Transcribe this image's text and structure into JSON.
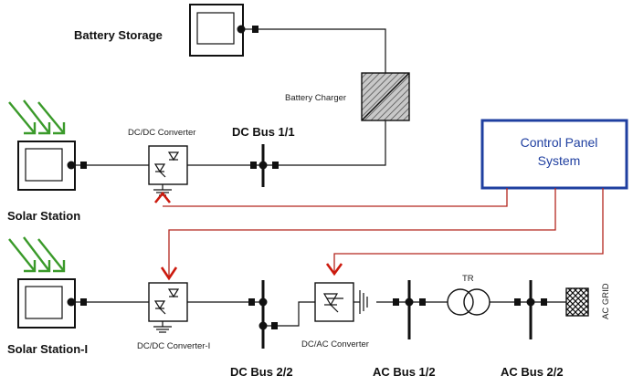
{
  "labels": {
    "battery_storage": "Battery Storage",
    "battery_charger": "Battery Charger",
    "solar_station": "Solar Station",
    "solar_station_1": "Solar Station-I",
    "dcdc_converter": "DC/DC Converter",
    "dcdc_converter_1": "DC/DC Converter-I",
    "dc_bus_1": "DC Bus 1/1",
    "dc_bus_2": "DC Bus 2/2",
    "dcac_converter": "DC/AC Converter",
    "ac_bus_1": "AC Bus 1/2",
    "ac_bus_2": "AC Bus 2/2",
    "transformer": "TR",
    "ac_grid": "AC GRID"
  },
  "control_panel": {
    "line1": "Control Panel",
    "line2": "System"
  },
  "colors": {
    "control_line": "#b3261e",
    "control_panel_border": "#1f3fa0",
    "sunlight_arrow": "#3a9a2a",
    "charger_fill": "#9a9a9a"
  }
}
